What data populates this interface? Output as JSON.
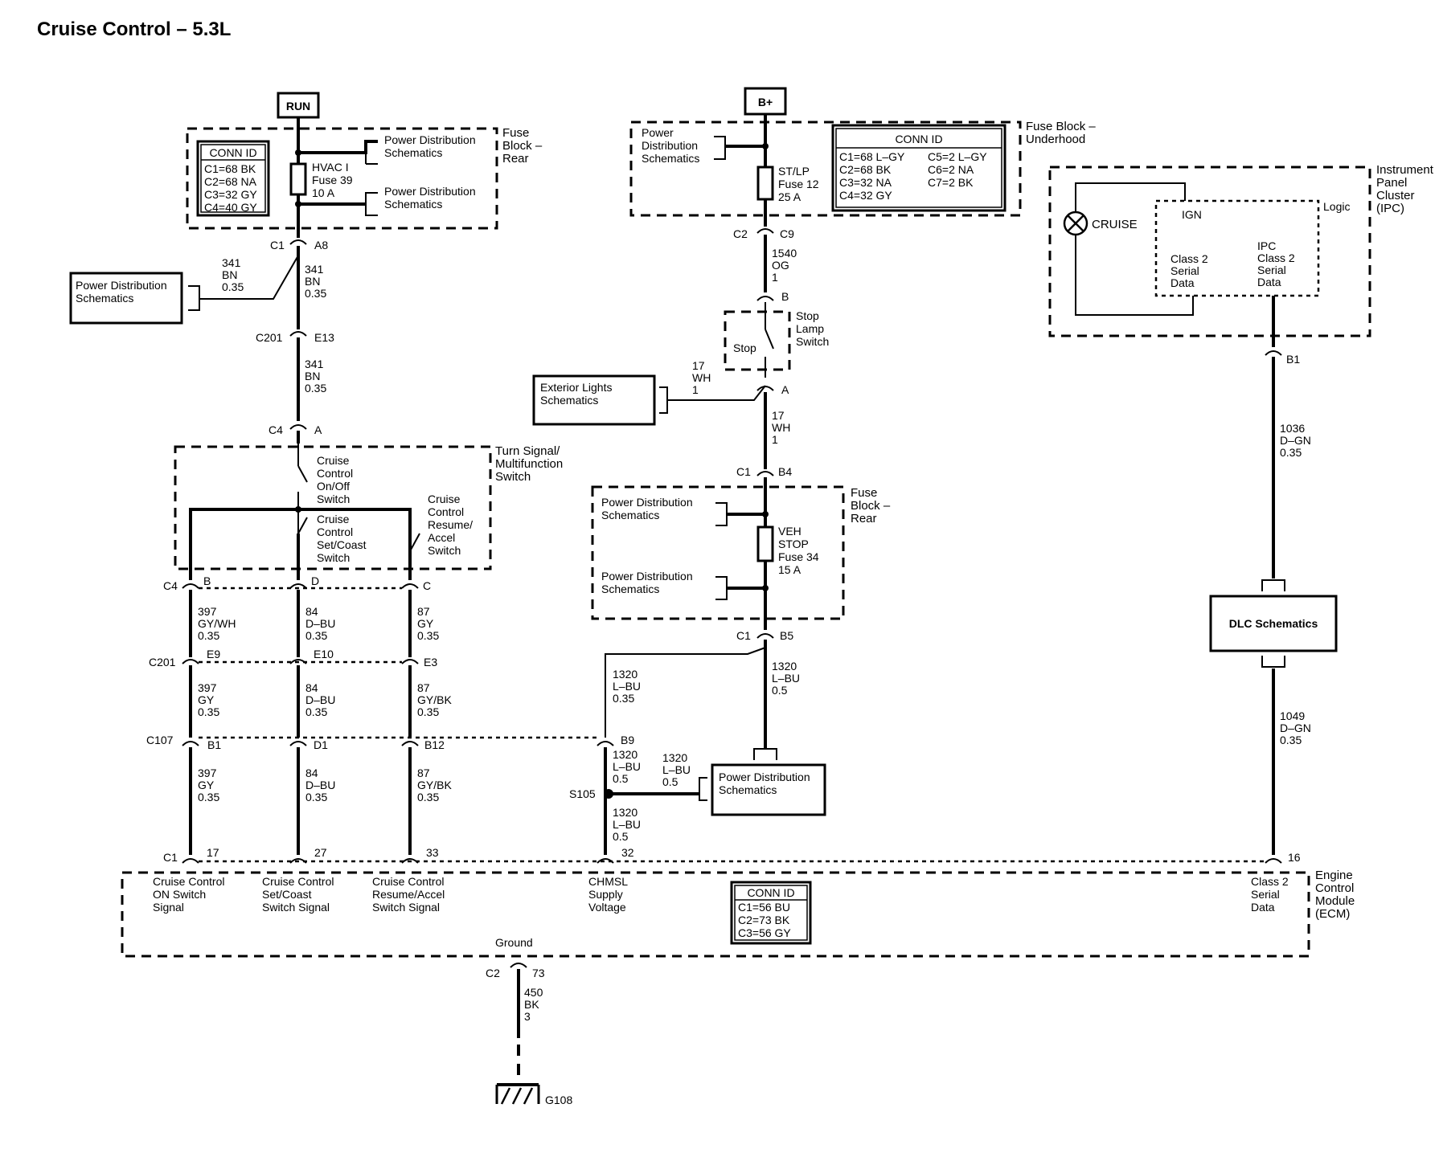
{
  "title": "Cruise Control – 5.3L",
  "power": {
    "run": "RUN",
    "bplus": "B+"
  },
  "fuse_rear": {
    "label": [
      "Fuse",
      "Block –",
      "Rear"
    ],
    "conn_id_title": "CONN ID",
    "conn_ids": [
      "C1=68 BK",
      "C2=68 NA",
      "C3=32 GY",
      "C4=40 GY"
    ],
    "fuse": [
      "HVAC I",
      "Fuse 39",
      "10 A"
    ],
    "pd1": [
      "Power Distribution",
      "Schematics"
    ],
    "pd2": [
      "Power Distribution",
      "Schematics"
    ]
  },
  "fuse_underhood": {
    "label": [
      "Fuse Block –",
      "Underhood"
    ],
    "pd": [
      "Power",
      "Distribution",
      "Schematics"
    ],
    "fuse": [
      "ST/LP",
      "Fuse 12",
      "25 A"
    ],
    "conn_id_title": "CONN ID",
    "conn_ids_left": [
      "C1=68 L–GY",
      "C2=68 BK",
      "C3=32 NA",
      "C4=32 GY"
    ],
    "conn_ids_right": [
      "C5=2 L–GY",
      "C6=2 NA",
      "C7=2 BK"
    ]
  },
  "ipc": {
    "label": [
      "Instrument",
      "Panel",
      "Cluster",
      "(IPC)"
    ],
    "cruise": "CRUISE",
    "ign": "IGN",
    "logic": "Logic",
    "class2": [
      "Class 2",
      "Serial",
      "Data"
    ],
    "ipc_class2": [
      "IPC",
      "Class 2",
      "Serial",
      "Data"
    ]
  },
  "connectors": {
    "c1_a8": [
      "C1",
      "A8"
    ],
    "c201_e13": [
      "C201",
      "E13"
    ],
    "c4_a": [
      "C4",
      "A"
    ],
    "c2_c9": [
      "C2",
      "C9"
    ],
    "stop_b": "B",
    "stop_a": "A",
    "c1_b4": [
      "C1",
      "B4"
    ],
    "c1_b5": [
      "C1",
      "B5"
    ],
    "ipc_b1": "B1",
    "c4_row": [
      "C4",
      "B",
      "D",
      "C"
    ],
    "c201_row": [
      "C201",
      "E9",
      "E10",
      "E3"
    ],
    "c107_row": [
      "C107",
      "B1",
      "D1",
      "B12",
      "B9"
    ],
    "ecm_row": [
      "C1",
      "17",
      "27",
      "33",
      "32",
      "16"
    ],
    "ground": [
      "C2",
      "73"
    ],
    "s105": "S105",
    "g108": "G108"
  },
  "wires": {
    "w341a": [
      "341",
      "BN",
      "0.35"
    ],
    "w341b": [
      "341",
      "BN",
      "0.35"
    ],
    "w341c": [
      "341",
      "BN",
      "0.35"
    ],
    "w1540": [
      "1540",
      "OG",
      "1"
    ],
    "w17a": [
      "17",
      "WH",
      "1"
    ],
    "w17b": [
      "17",
      "WH",
      "1"
    ],
    "w1036": [
      "1036",
      "D–GN",
      "0.35"
    ],
    "w1049": [
      "1049",
      "D–GN",
      "0.35"
    ],
    "w397a": [
      "397",
      "GY/WH",
      "0.35"
    ],
    "w84a": [
      "84",
      "D–BU",
      "0.35"
    ],
    "w87a": [
      "87",
      "GY",
      "0.35"
    ],
    "w397b": [
      "397",
      "GY",
      "0.35"
    ],
    "w84b": [
      "84",
      "D–BU",
      "0.35"
    ],
    "w87b": [
      "87",
      "GY/BK",
      "0.35"
    ],
    "w397c": [
      "397",
      "GY",
      "0.35"
    ],
    "w84c": [
      "84",
      "D–BU",
      "0.35"
    ],
    "w87c": [
      "87",
      "GY/BK",
      "0.35"
    ],
    "w1320a": [
      "1320",
      "L–BU",
      "0.35"
    ],
    "w1320b": [
      "1320",
      "L–BU",
      "0.5"
    ],
    "w1320c": [
      "1320",
      "L–BU",
      "0.5"
    ],
    "w1320d": [
      "1320",
      "L–BU",
      "0.5"
    ],
    "w1320e": [
      "1320",
      "L–BU",
      "0.5"
    ],
    "w450": [
      "450",
      "BK",
      "3"
    ]
  },
  "pd_left": [
    "Power Distribution",
    "Schematics"
  ],
  "ext_lights": [
    "Exterior Lights",
    "Schematics"
  ],
  "stop_switch": {
    "label": [
      "Stop",
      "Lamp",
      "Switch"
    ],
    "inner": "Stop"
  },
  "fuse_rear2": {
    "label": [
      "Fuse",
      "Block –",
      "Rear"
    ],
    "pd1": [
      "Power Distribution",
      "Schematics"
    ],
    "pd2": [
      "Power Distribution",
      "Schematics"
    ],
    "fuse": [
      "VEH",
      "STOP",
      "Fuse 34",
      "15 A"
    ]
  },
  "turn_signal": {
    "label": [
      "Turn Signal/",
      "Multifunction",
      "Switch"
    ],
    "onoff": [
      "Cruise",
      "Control",
      "On/Off",
      "Switch"
    ],
    "setcoast": [
      "Cruise",
      "Control",
      "Set/Coast",
      "Switch"
    ],
    "resume": [
      "Cruise",
      "Control",
      "Resume/",
      "Accel",
      "Switch"
    ]
  },
  "pd_s105": [
    "Power Distribution",
    "Schematics"
  ],
  "dlc": "DLC Schematics",
  "ecm": {
    "label": [
      "Engine",
      "Control",
      "Module",
      "(ECM)"
    ],
    "on_sig": [
      "Cruise Control",
      "ON Switch",
      "Signal"
    ],
    "set_sig": [
      "Cruise Control",
      "Set/Coast",
      "Switch Signal"
    ],
    "res_sig": [
      "Cruise Control",
      "Resume/Accel",
      "Switch Signal"
    ],
    "chmsl": [
      "CHMSL",
      "Supply",
      "Voltage"
    ],
    "class2": [
      "Class 2",
      "Serial",
      "Data"
    ],
    "ground": "Ground",
    "conn_id_title": "CONN ID",
    "conn_ids": [
      "C1=56 BU",
      "C2=73 BK",
      "C3=56 GY"
    ]
  }
}
